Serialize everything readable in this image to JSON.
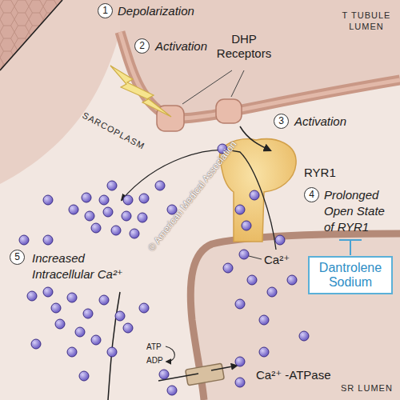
{
  "diagram": {
    "nodes": [
      {
        "text": [
          "Dantrolene Sodium"
        ]
      }
    ],
    "labels": [
      "1",
      "Depolarization",
      "2",
      "Activation",
      "DHP Receptors",
      "T TUBULE LUMEN",
      "SARCOPLASM",
      "3",
      "Activation",
      "RYR1",
      "4",
      "Prolonged Open State of RYR1",
      "5",
      "Increased Intracellular Ca²⁺",
      "Ca²⁺",
      "ATP",
      "ADP",
      "Ca²⁺ -ATPase",
      "SR LUMEN",
      "© American Medical Association"
    ]
  }
}
